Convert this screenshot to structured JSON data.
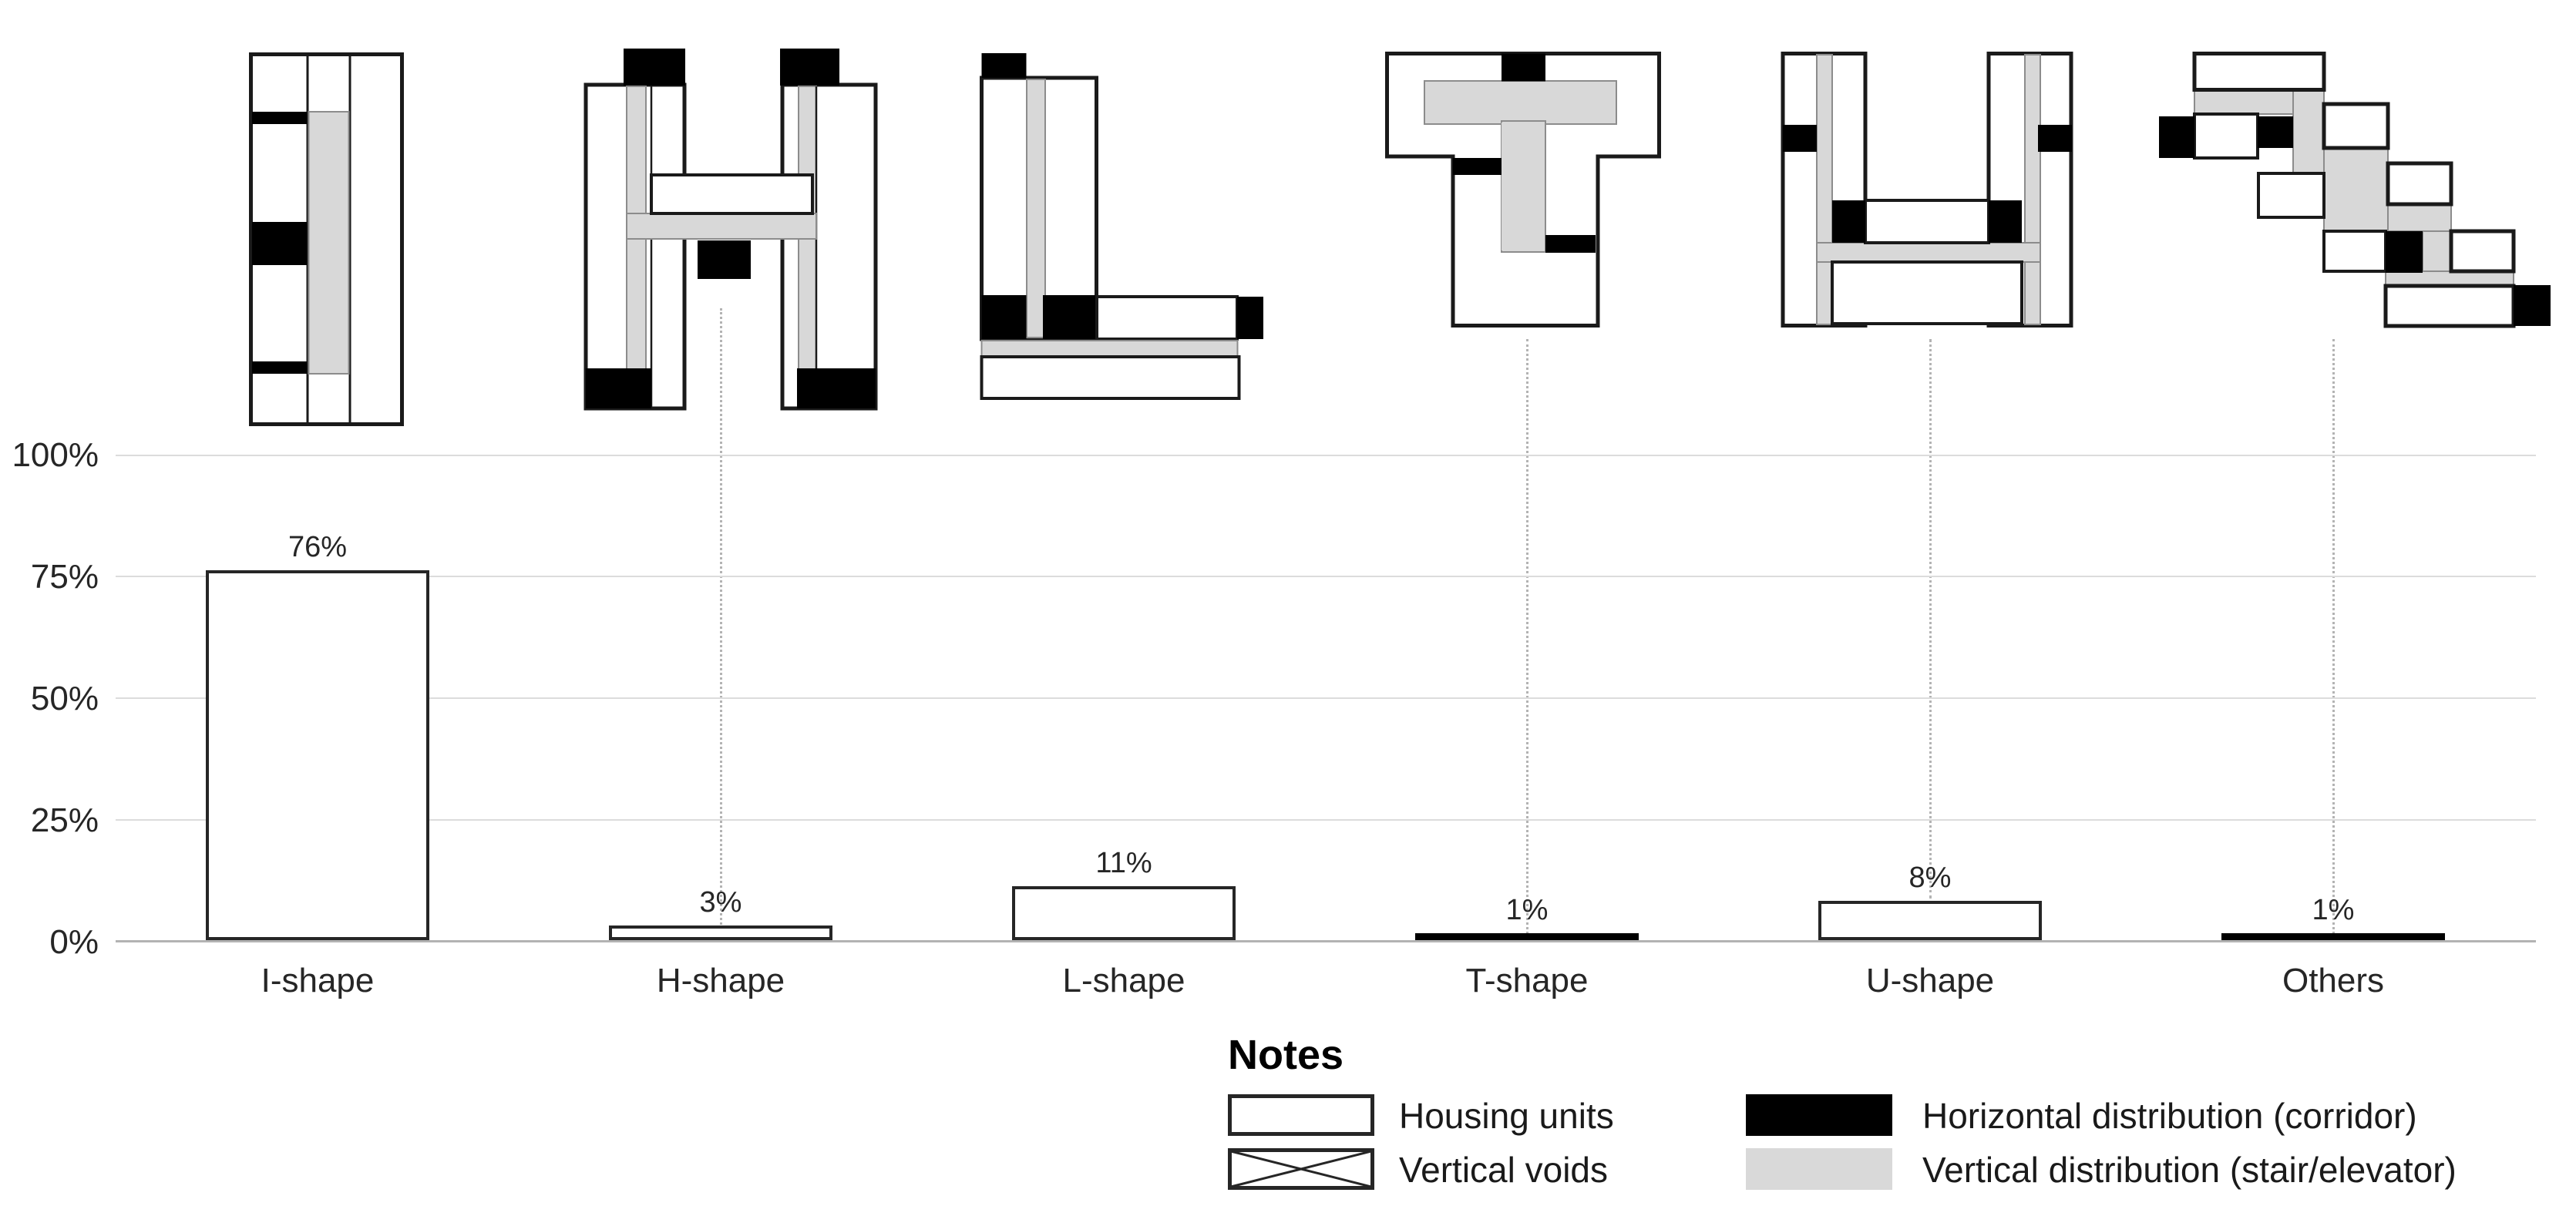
{
  "chart_data": {
    "type": "bar",
    "title": "",
    "categories": [
      "I-shape",
      "H-shape",
      "L-shape",
      "T-shape",
      "U-shape",
      "Others"
    ],
    "values": [
      76,
      3,
      11,
      1,
      8,
      1
    ],
    "value_labels": [
      "76%",
      "3%",
      "11%",
      "1%",
      "8%",
      "1%"
    ],
    "y_tick_labels": [
      "100%",
      "75%",
      "50%",
      "25%",
      "0%"
    ],
    "ylim": [
      0,
      100
    ],
    "grid": true,
    "legend_position": "bottom",
    "bar_fill": "#ffffff",
    "bar_border": "#262626",
    "diagram_icons": [
      "i-shape-plan",
      "h-shape-plan",
      "l-shape-plan",
      "t-shape-plan",
      "u-shape-plan",
      "stepped-others-plan"
    ]
  },
  "legend": {
    "title": "Notes",
    "items": [
      {
        "icon": "housing-units-swatch",
        "label": "Housing units",
        "fill": "#ffffff",
        "border": "#262626"
      },
      {
        "icon": "vertical-voids-swatch",
        "label": "Vertical voids",
        "fill": "#ffffff",
        "border": "#262626"
      },
      {
        "icon": "horizontal-distribution-swatch",
        "label": "Horizontal distribution (corridor)",
        "fill": "#000000",
        "border": "#000000"
      },
      {
        "icon": "vertical-distribution-swatch",
        "label": "Vertical distribution (stair/elevator)",
        "fill": "#d9d9d9",
        "border": "#d9d9d9"
      }
    ]
  },
  "colors": {
    "corridor": "#000000",
    "stair_elevator": "#d8d8d8",
    "housing": "#ffffff",
    "outline": "#1a1a1a",
    "gridline": "#dcdcdc",
    "axis": "#b3b3b3",
    "text": "#262626",
    "connector": "#b3b3b3"
  }
}
